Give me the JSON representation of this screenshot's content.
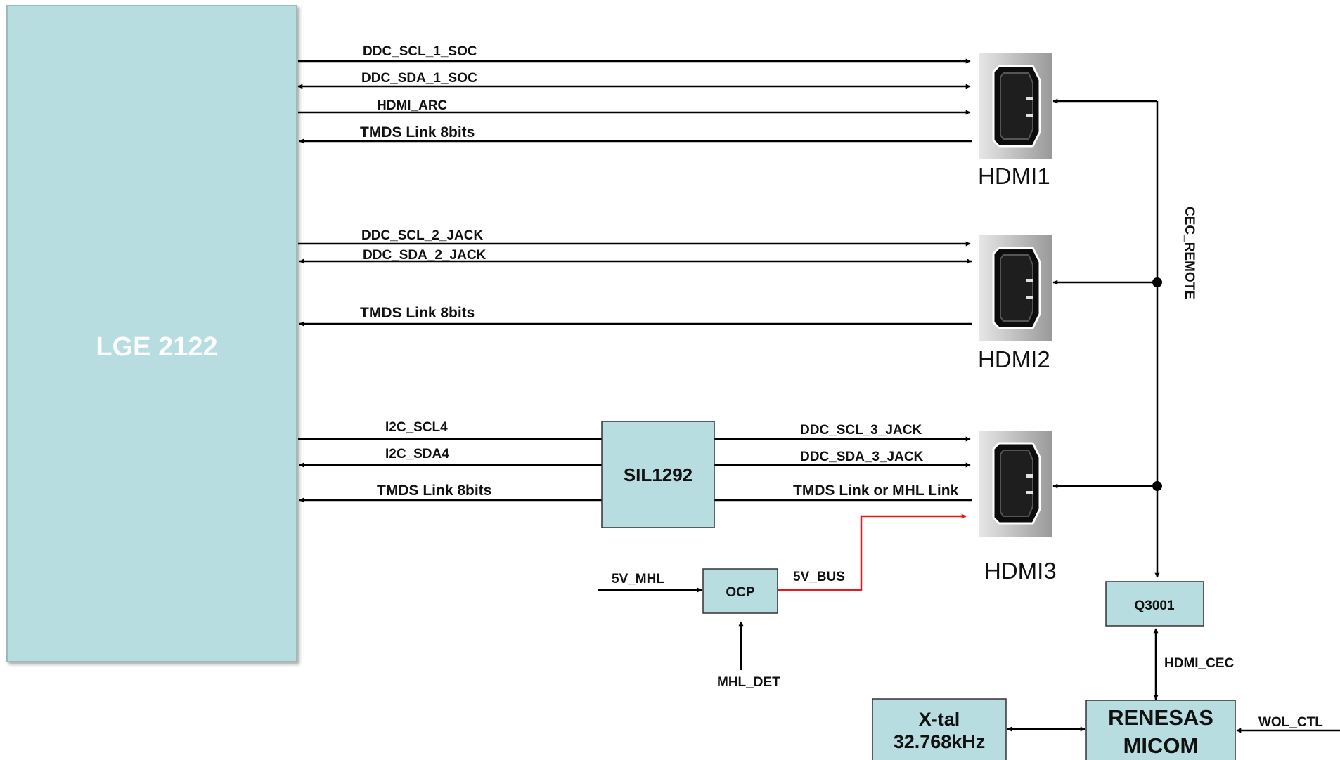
{
  "colors": {
    "block_fill": "#b8dde0",
    "wire": "#000000",
    "power_wire": "#e8191b",
    "main_block_text": "#ffffff"
  },
  "blocks": {
    "soc": "LGE 2122",
    "hdmi_switch": "SIL1292",
    "ocp": "OCP",
    "q3001": "Q3001",
    "xtal_line1": "X-tal",
    "xtal_line2": "32.768kHz",
    "micom_line1": "RENESAS",
    "micom_line2": "MICOM"
  },
  "ports": {
    "hdmi1": "HDMI1",
    "hdmi2": "HDMI2",
    "hdmi3": "HDMI3",
    "connector_icon": "hdmi-connector-icon"
  },
  "signals": {
    "hdmi1": {
      "scl": "DDC_SCL_1_SOC",
      "sda": "DDC_SDA_1_SOC",
      "arc": "HDMI_ARC",
      "tmds": "TMDS Link 8bits"
    },
    "hdmi2": {
      "scl": "DDC_SCL_2_JACK",
      "sda": "DDC_SDA_2_JACK",
      "tmds": "TMDS Link 8bits"
    },
    "hdmi3": {
      "i2c_scl": "I2C_SCL4",
      "i2c_sda": "I2C_SDA4",
      "tmds_soc": "TMDS Link 8bits",
      "scl": "DDC_SCL_3_JACK",
      "sda": "DDC_SDA_3_JACK",
      "tmds_jack": "TMDS Link or MHL Link"
    },
    "power": {
      "in": "5V_MHL",
      "bus": "5V_BUS",
      "det": "MHL_DET"
    },
    "cec": {
      "remote": "CEC_REMOTE",
      "hdmi_cec": "HDMI_CEC",
      "wol": "WOL_CTL"
    }
  }
}
